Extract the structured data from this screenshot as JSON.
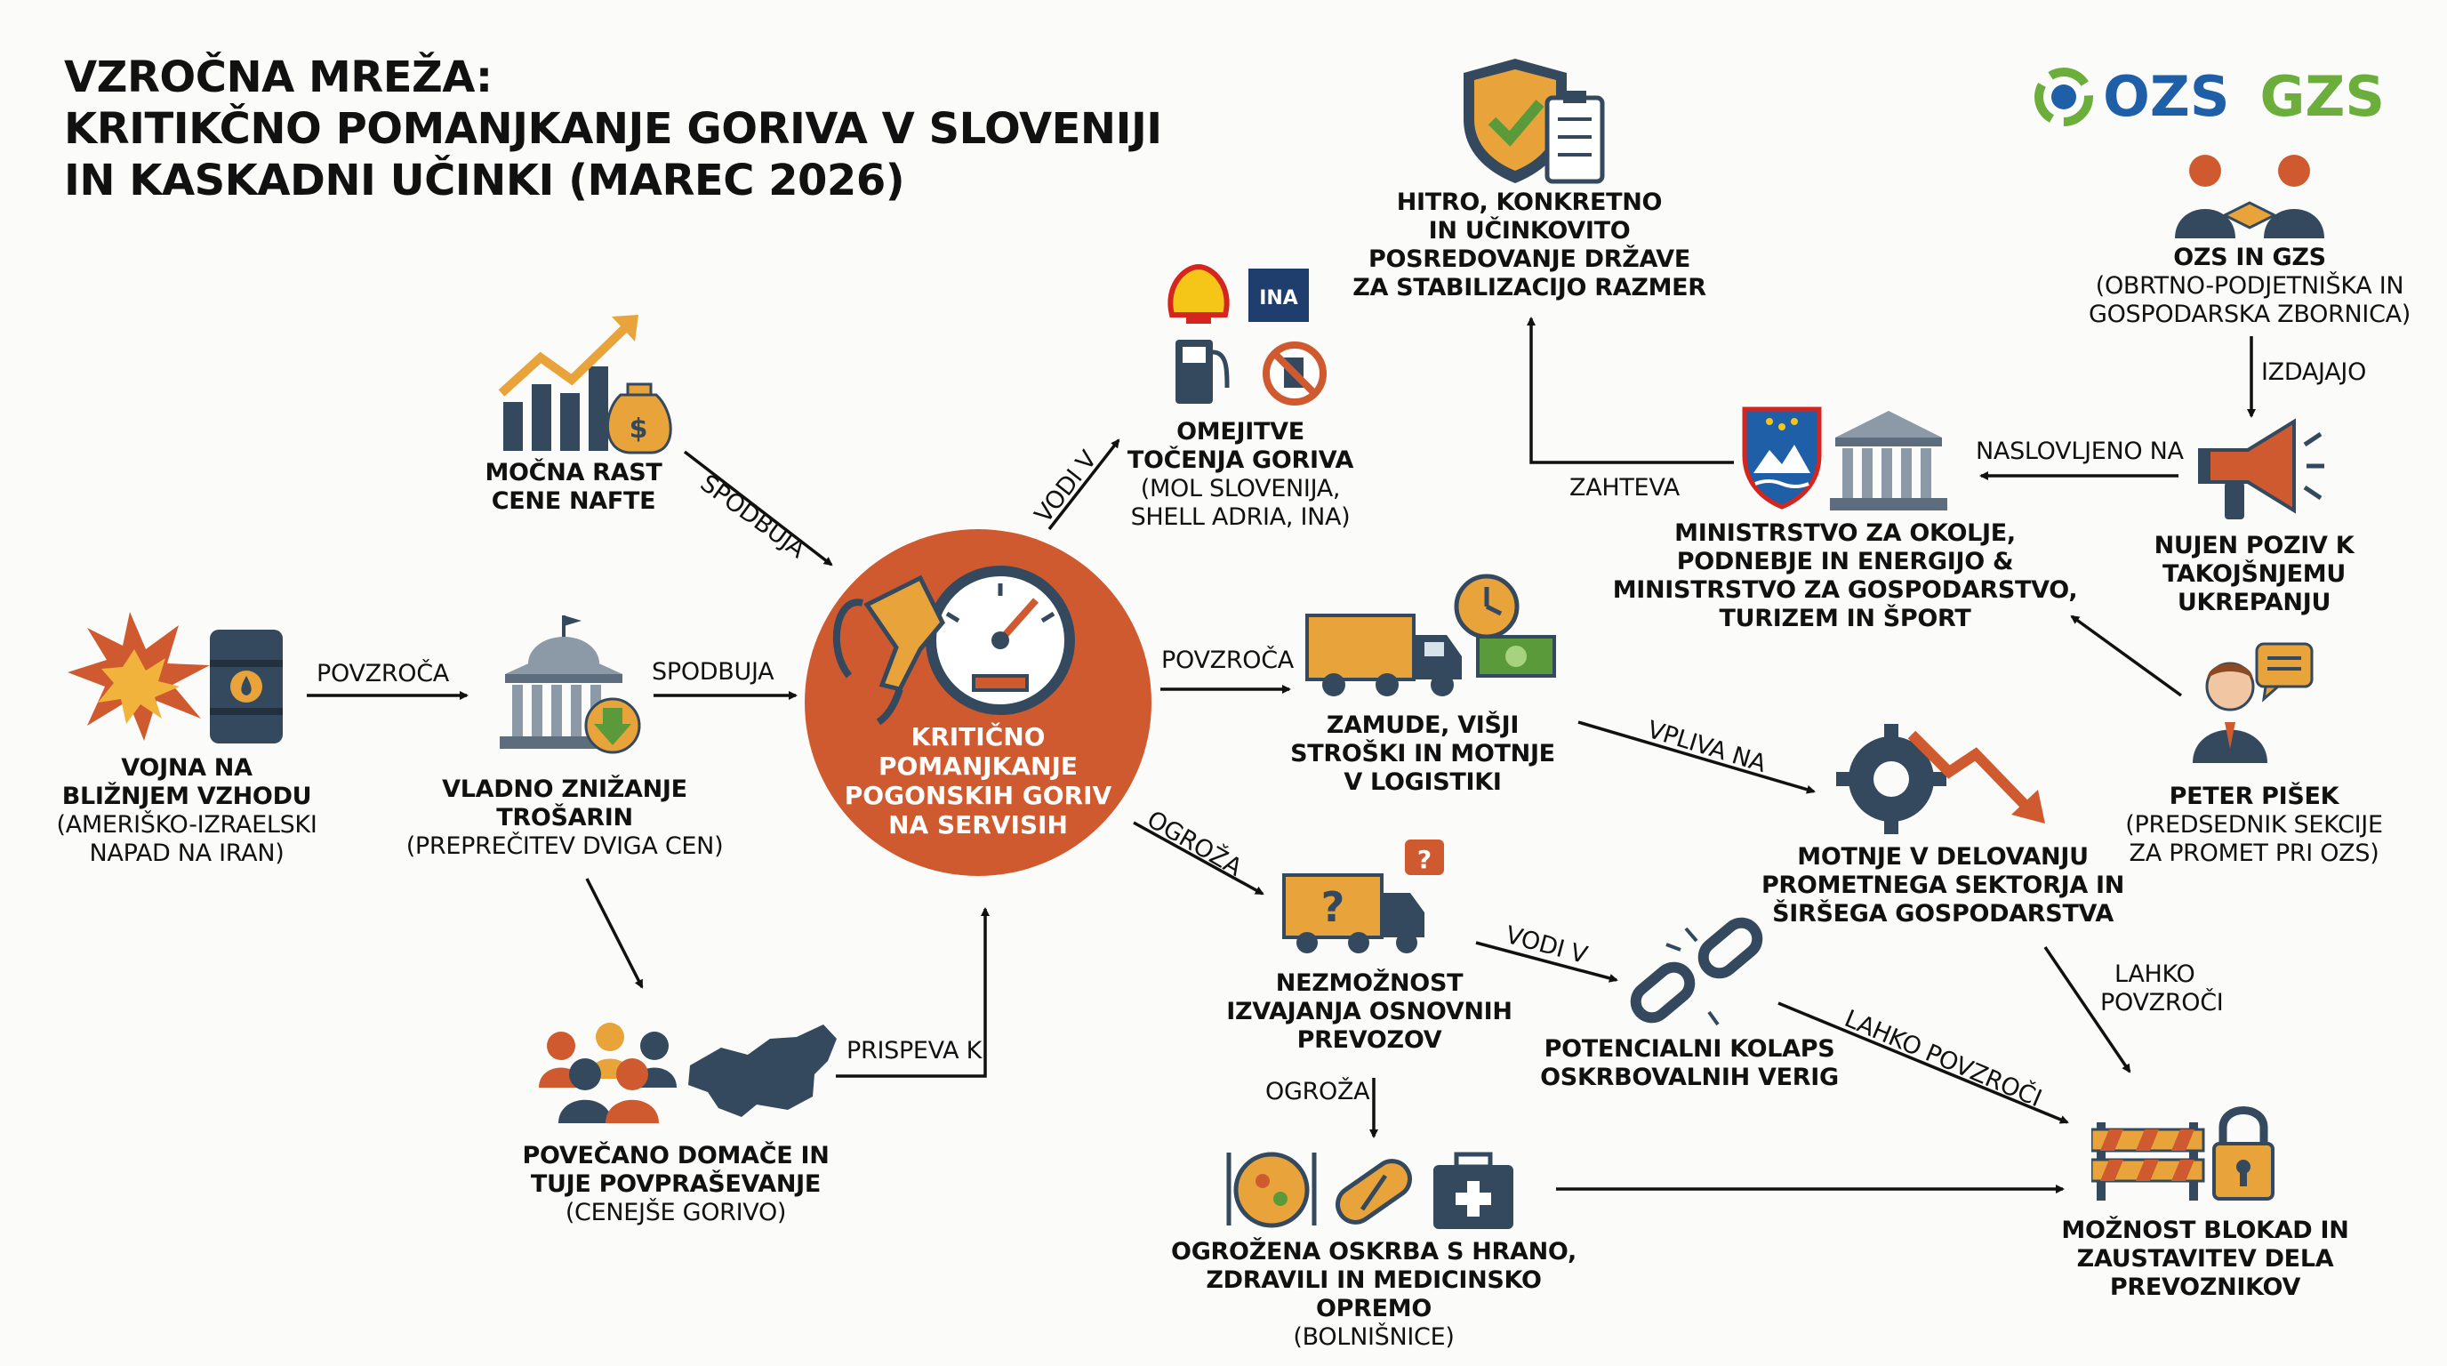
{
  "title": {
    "line1": "VZROČNA MREŽA:",
    "line2": "KRITIKČNO POMANJKANJE GORIVA V SLOVENIJI",
    "line3": "IN KASKADNI UČINKI (MAREC 2026)"
  },
  "logos": {
    "ozs": "OZS",
    "gzs": "GZS"
  },
  "badges": {
    "ina": "INA"
  },
  "nodes": {
    "war": {
      "title1": "VOJNA NA",
      "title2": "BLIŽNJEM VZHODU",
      "sub1": "(AMERIŠKO-IZRAELSKI",
      "sub2": "NAPAD NA IRAN)"
    },
    "oil": {
      "title1": "MOČNA RAST",
      "title2": "CENE NAFTE"
    },
    "excise": {
      "title1": "VLADNO ZNIŽANJE",
      "title2": "TROŠARIN",
      "sub1": "(PREPREČITEV DVIGA CEN)"
    },
    "demand": {
      "title1": "POVEČANO DOMAČE IN",
      "title2": "TUJE POVPRAŠEVANJE",
      "sub1": "(CENEJŠE GORIVO)"
    },
    "center": {
      "line1": "KRITIČNO",
      "line2": "POMANJKANJE",
      "line3": "POGONSKIH GORIV",
      "line4": "NA SERVISIH"
    },
    "limits": {
      "title1": "OMEJITVE",
      "title2": "TOČENJA GORIVA",
      "sub1": "(MOL SLOVENIJA,",
      "sub2": "SHELL ADRIA, INA)"
    },
    "delays": {
      "title1": "ZAMUDE, VIŠJI",
      "title2": "STROŠKI IN MOTNJE",
      "title3": "V LOGISTIKI"
    },
    "inability": {
      "title1": "NEZMOŽNOST",
      "title2": "IZVAJANJA OSNOVNIH",
      "title3": "PREVOZOV"
    },
    "collapse": {
      "title1": "POTENCIALNI KOLAPS",
      "title2": "OSKRBOVALNIH VERIG"
    },
    "supply": {
      "title1": "OGROŽENA OSKRBA S HRANO,",
      "title2": "ZDRAVILI IN MEDICINSKO OPREMO",
      "sub1": "(BOLNIŠNICE)"
    },
    "disruption": {
      "title1": "MOTNJE V DELOVANJU",
      "title2": "PROMETNEGA SEKTORJA IN",
      "title3": "ŠIRŠEGA GOSPODARSTVA"
    },
    "blockades": {
      "title1": "MOŽNOST BLOKAD IN",
      "title2": "ZAUSTAVITEV DELA",
      "title3": "PREVOZNIKOV"
    },
    "ministry": {
      "title1": "MINISTRSTVO ZA OKOLJE,",
      "title2": "PODNEBJE IN ENERGIJO &",
      "title3": "MINISTRSTVO ZA GOSPODARSTVO,",
      "title4": "TURIZEM IN ŠPORT"
    },
    "state": {
      "title1": "HITRO, KONKRETNO",
      "title2": "IN UČINKOVITO",
      "title3": "POSREDOVANJE DRŽAVE",
      "title4": "ZA STABILIZACIJO RAZMER"
    },
    "chambers": {
      "title1": "OZS IN GZS",
      "sub1": "(OBRTNO-PODJETNIŠKA IN",
      "sub2": "GOSPODARSKA ZBORNICA)"
    },
    "appeal": {
      "title1": "NUJEN POZIV K",
      "title2": "TAKOJŠNJEMU",
      "title3": "UKREPANJU"
    },
    "pisek": {
      "title1": "PETER PIŠEK",
      "sub1": "(PREDSEDNIK SEKCIJE",
      "sub2": "ZA PROMET PRI OZS)"
    }
  },
  "edges": {
    "war_excise": "POVZROČA",
    "oil_center": "SPODBUJA",
    "excise_center": "SPODBUJA",
    "demand_center": "PRISPEVA K",
    "center_limits": "VODI V",
    "center_delays": "POVZROČA",
    "center_inability": "OGROŽA",
    "delays_disruption": "VPLIVA NA",
    "inability_collapse": "VODI V",
    "inability_supply": "OGROŽA",
    "collapse_blockades": "LAHKO POVZROČI",
    "disruption_blockades1": "LAHKO",
    "disruption_blockades2": "POVZROČI",
    "ministry_state": "ZAHTEVA",
    "appeal_ministry": "NASLOVLJENO NA",
    "chambers_appeal": "IZDAJAJO"
  },
  "colors": {
    "accent_orange": "#cf5a2f",
    "icon_orange": "#e8a33a",
    "icon_dark": "#34495e",
    "gzs_green": "#6cae3c",
    "ozs_blue": "#1f5fa8"
  }
}
